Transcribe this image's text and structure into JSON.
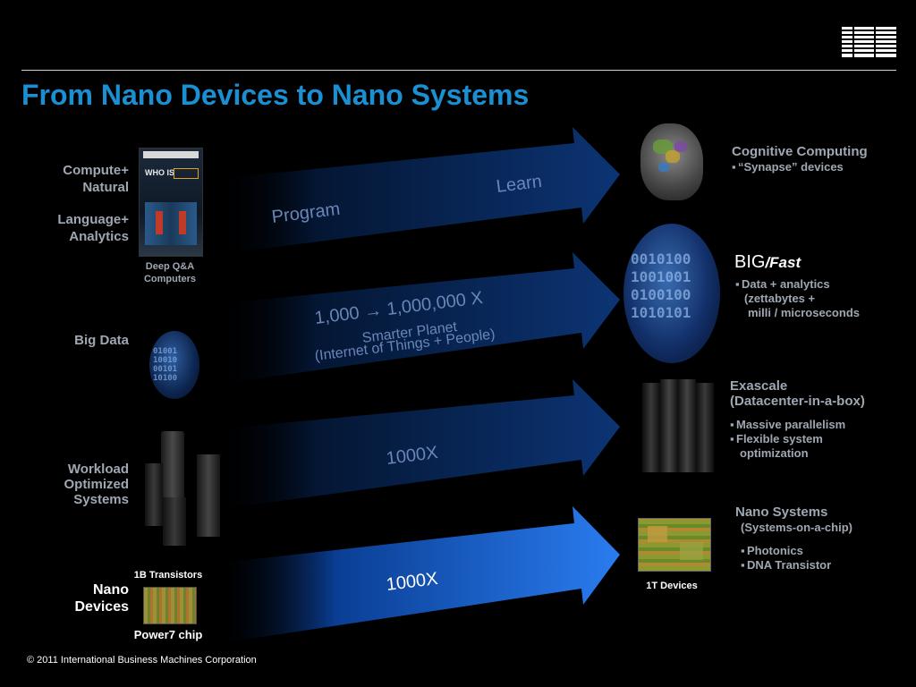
{
  "title": "From Nano Devices to Nano Systems",
  "logo_text": "IBM",
  "footer": "© 2011 International Business Machines Corporation",
  "left": {
    "compute_line1": "Compute+",
    "compute_line2": "Natural",
    "language_line1": "Language+",
    "language_line2": "Analytics",
    "deepqa_caption_line1": "Deep Q&A",
    "deepqa_caption_line2": "Computers",
    "watson_headline": "WHO IS",
    "big_data": "Big Data",
    "workload_line1": "Workload",
    "workload_line2": "Optimized",
    "workload_line3": "Systems",
    "transistors_caption": "1B Transistors",
    "nano_line1": "Nano",
    "nano_line2": "Devices",
    "power7_caption": "Power7 chip"
  },
  "arrows": {
    "a1_program": "Program",
    "a1_learn": "Learn",
    "a2_scale_from": "1,000",
    "a2_scale_arrow": "→",
    "a2_scale_to": "1,000,000 X",
    "a2_line2": "Smarter Planet",
    "a2_line3": "(Internet of Things + People)",
    "a3_label": "1000X",
    "a4_label": "1000X"
  },
  "right": {
    "cognitive_title": "Cognitive Computing",
    "cognitive_bullet": "“Synapse” devices",
    "big_title_big": "BIG",
    "big_title_fast": "/Fast",
    "big_bullet_line1": "Data + analytics",
    "big_bullet_line2": "(zettabytes  +",
    "big_bullet_line3": "milli / microseconds",
    "exascale_title_line1": "Exascale",
    "exascale_title_line2": "(Datacenter-in-a-box)",
    "exascale_bullet1": "Massive parallelism",
    "exascale_bullet2_line1": "Flexible system",
    "exascale_bullet2_line2": "optimization",
    "nano_title_line1": "Nano Systems",
    "nano_title_line2": "(Systems-on-a-chip)",
    "nano_bullet1": "Photonics",
    "nano_bullet2": "DNA Transistor",
    "devices_caption": "1T Devices"
  },
  "colors": {
    "title": "#1a8fd1",
    "arrow_dark": "#0a2a60",
    "arrow_bright": "#1f6fe0",
    "muted_text": "#9ea7b2"
  }
}
